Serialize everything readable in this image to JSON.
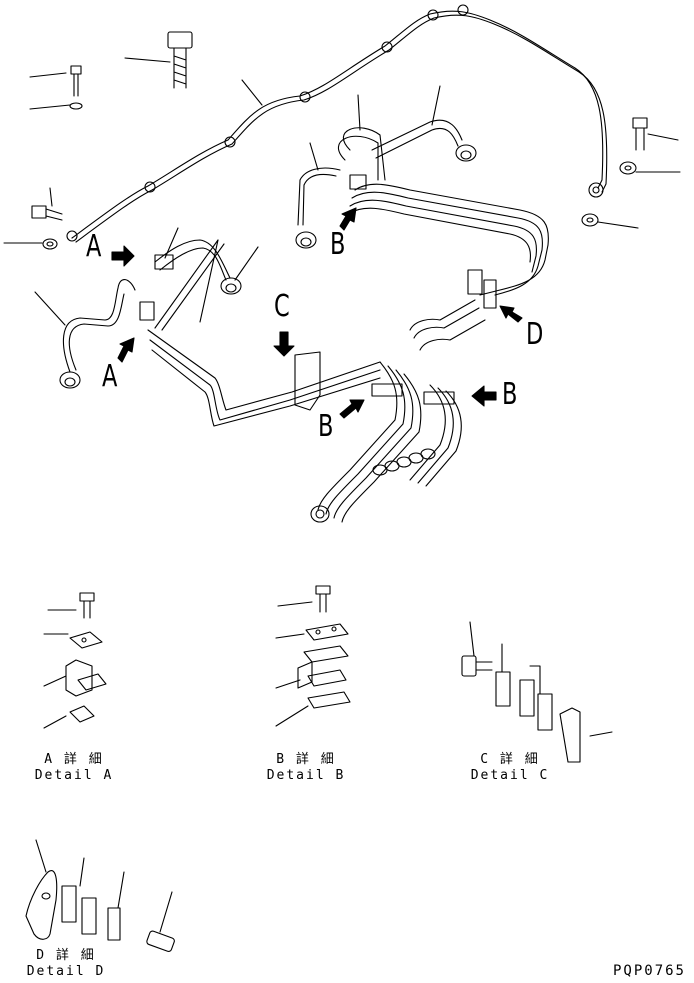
{
  "callouts": {
    "a_upper": "A",
    "a_lower": "A",
    "b_top": "B",
    "b_mid": "B",
    "b_right": "B",
    "c": "C",
    "d": "D"
  },
  "details": {
    "a": {
      "jp": "A 詳 細",
      "en": "Detail A"
    },
    "b": {
      "jp": "B 詳 細",
      "en": "Detail B"
    },
    "c": {
      "jp": "C 詳 細",
      "en": "Detail C"
    },
    "d": {
      "jp": "D 詳 細",
      "en": "Detail D"
    }
  },
  "drawing_code": "PQP0765",
  "colors": {
    "ink": "#000000",
    "paper": "#ffffff"
  }
}
